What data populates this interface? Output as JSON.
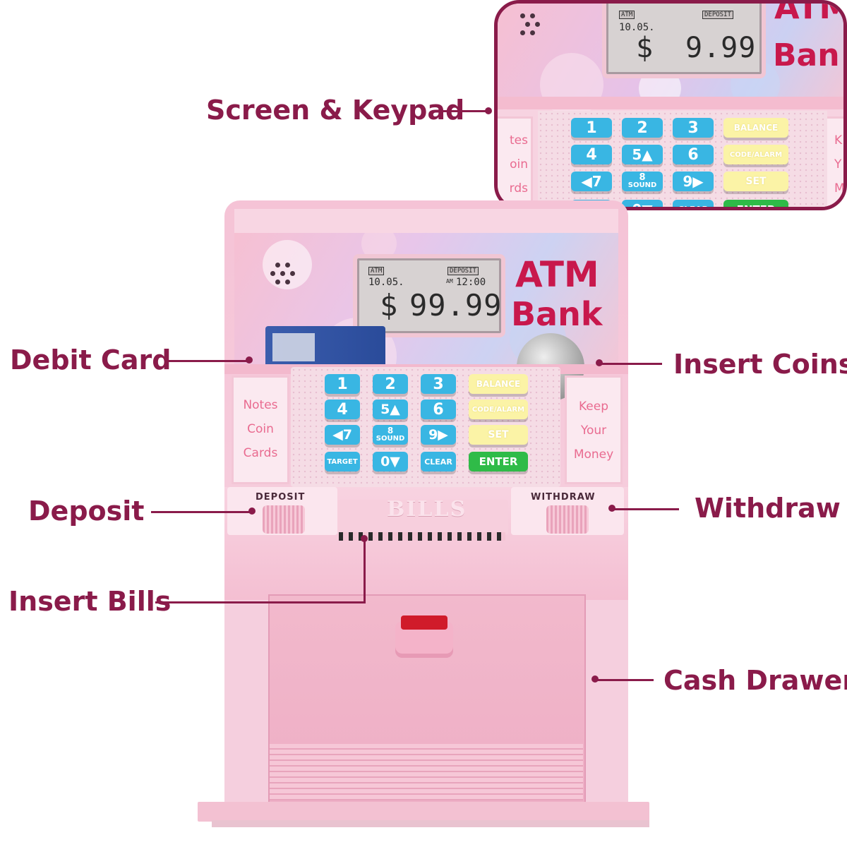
{
  "callouts": {
    "screen_keypad": "Screen & Keypad",
    "debit_card": "Debit Card",
    "insert_coins": "Insert Coins",
    "deposit": "Deposit",
    "withdraw": "Withdraw",
    "insert_bills": "Insert Bills",
    "cash_drawer": "Cash Drawer"
  },
  "panel": {
    "title_line1": "ATM",
    "title_line2": "Bank"
  },
  "lcd": {
    "mode_tag": "ATM",
    "date": "10.05.",
    "deposit_tag": "DEPOSIT",
    "time": "12:00",
    "am": "AM",
    "currency": "$",
    "amount": "99.99"
  },
  "inset_lcd": {
    "mode_tag": "ATM",
    "date": "10.05.",
    "deposit_tag": "DEPOSIT",
    "currency": "$",
    "amount": "9.99",
    "title_line1": "ATM",
    "title_line2": "Ban",
    "left_partial": [
      "tes",
      "oin",
      "rds"
    ],
    "right_partial": [
      "K",
      "Y",
      "M"
    ]
  },
  "left_plate": [
    "Notes",
    "Coin",
    "Cards"
  ],
  "right_plate": [
    "Keep",
    "Your",
    "Money"
  ],
  "keypad": {
    "k1": "1",
    "k2": "2",
    "k3": "3",
    "k4": "4",
    "k5": "5▲",
    "k6": "6",
    "k7": "◀7",
    "k8_num": "8",
    "k8_sub": "SOUND",
    "k9": "9▶",
    "target": "TARGET",
    "k0": "0▼",
    "clear": "CLEAR",
    "balance": "BALANCE",
    "code_alarm": "CODE/ALARM",
    "set": "SET",
    "enter": "ENTER"
  },
  "lower": {
    "deposit_label": "DEPOSIT",
    "withdraw_label": "WITHDRAW",
    "bills_label": "BILLS"
  },
  "colors": {
    "callout": "#8a1b4a",
    "body_pink": "#f5c3d6",
    "key_blue": "#39b6e3",
    "key_yellow": "#fbf3a6",
    "key_green": "#2fbb48",
    "title_red": "#c8184c"
  }
}
